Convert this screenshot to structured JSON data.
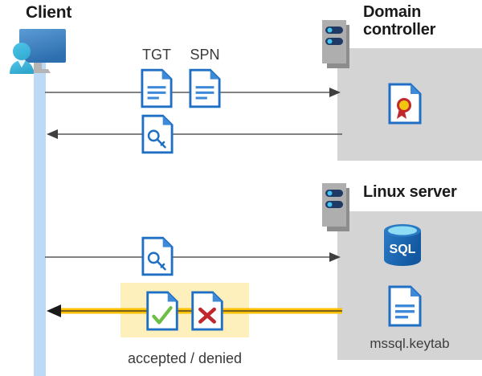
{
  "diagram": {
    "title": "Kerberos authentication flow between client, domain controller and Linux server",
    "background": "#ffffff",
    "colors": {
      "panel_gray": "#d4d4d4",
      "lifeline_blue": "#bcd9f5",
      "highlight_yellow": "#fdf0bd",
      "arrow_gray": "#595959",
      "arrow_yellow": "#ffc000",
      "doc_blue": "#1f6fc4",
      "sql_blue": "#1b67b3",
      "accept_green": "#6cbe45",
      "deny_red": "#c0282d",
      "seal_gold": "#f2c511",
      "seal_red": "#c0282d",
      "server_body": "#a6a6a6",
      "server_bar": "#1f3864",
      "server_led": "#41c4f0"
    }
  },
  "actors": {
    "client": {
      "label": "Client",
      "icon": "user-computer-icon"
    },
    "domain_controller": {
      "label_line1": "Domain",
      "label_line2": "controller",
      "server_icon": "server-tower-icon",
      "contents": [
        {
          "name": "certificate",
          "icon": "certificate-document-icon"
        }
      ]
    },
    "linux_server": {
      "label": "Linux server",
      "server_icon": "server-tower-icon",
      "contents": [
        {
          "name": "sql-database",
          "icon": "sql-database-icon",
          "label": "SQL"
        },
        {
          "name": "keytab-file",
          "icon": "document-icon",
          "label": "mssql.keytab"
        }
      ]
    }
  },
  "messages": [
    {
      "id": "request-tgt-spn",
      "direction": "right",
      "style": "gray",
      "artifacts": [
        {
          "label": "TGT",
          "icon": "document-icon"
        },
        {
          "label": "SPN",
          "icon": "document-icon"
        }
      ]
    },
    {
      "id": "service-ticket-response",
      "direction": "left",
      "style": "gray",
      "artifacts": [
        {
          "label": "",
          "icon": "key-document-icon"
        }
      ]
    },
    {
      "id": "present-service-ticket",
      "direction": "right",
      "style": "gray",
      "artifacts": [
        {
          "label": "",
          "icon": "key-document-icon"
        }
      ]
    },
    {
      "id": "auth-result",
      "direction": "left",
      "style": "yellow",
      "caption": "accepted / denied",
      "artifacts": [
        {
          "label": "accepted",
          "icon": "document-check-icon"
        },
        {
          "label": "denied",
          "icon": "document-x-icon"
        }
      ]
    }
  ],
  "labels": {
    "tgt": "TGT",
    "spn": "SPN",
    "accepted_denied": "accepted / denied",
    "keytab": "mssql.keytab",
    "sql": "SQL"
  }
}
